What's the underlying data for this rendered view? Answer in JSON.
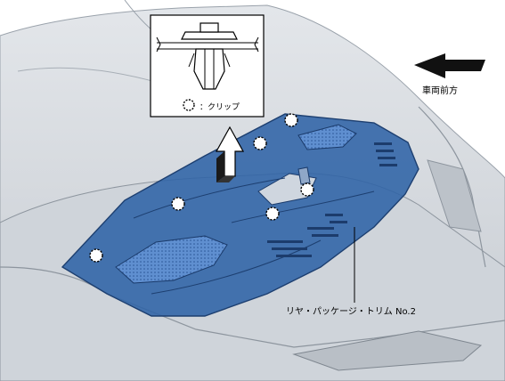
{
  "labels": {
    "vehicle_front": "車両前方",
    "clip_legend": "：クリップ",
    "part_name": "リヤ・パッケージ・トリム No.2"
  },
  "colors": {
    "trim_fill": "#2f63a6",
    "trim_stroke": "#1d3f70",
    "body_gray": "#d4d8dd",
    "line": "#000000"
  },
  "icons": [
    "arrow-up-icon",
    "arrow-left-icon",
    "clip-marker-icon"
  ]
}
